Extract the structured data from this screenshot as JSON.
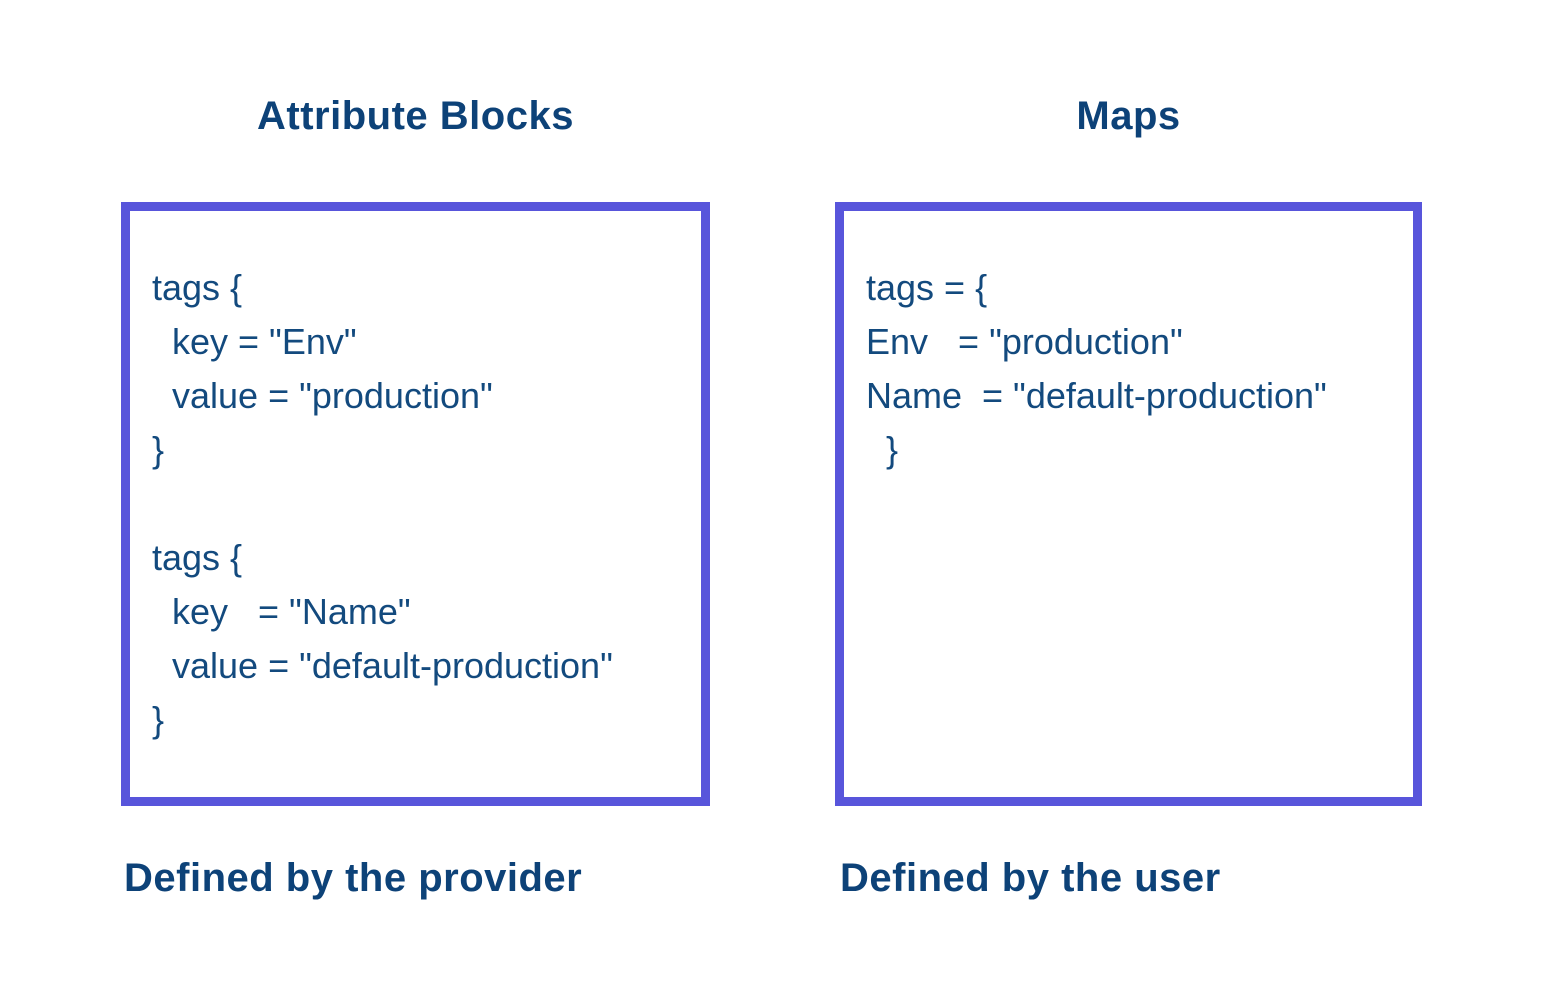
{
  "colors": {
    "background": "#ffffff",
    "border": "#5855db",
    "heading": "#0d4278",
    "code": "#134a7e"
  },
  "left_panel": {
    "title": "Attribute Blocks",
    "code_lines": [
      "tags {",
      "  key = \"Env\"",
      "  value = \"production\"",
      "}",
      "",
      "tags {",
      "  key   = \"Name\"",
      "  value = \"default-production\"",
      "}"
    ],
    "caption": "Defined by the provider"
  },
  "right_panel": {
    "title": "Maps",
    "code_lines": [
      "tags = {",
      "Env   = \"production\"",
      "Name  = \"default-production\"",
      "  }"
    ],
    "caption": "Defined by the user"
  }
}
